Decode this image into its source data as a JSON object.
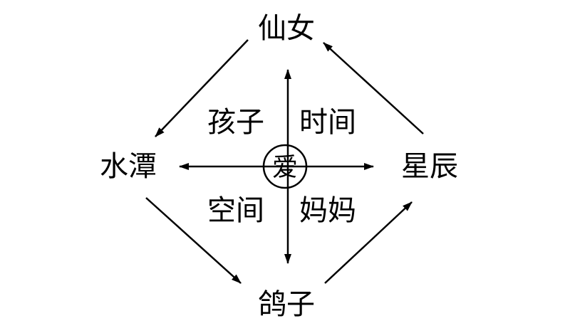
{
  "nodes": {
    "top": "仙女",
    "left": "水潭",
    "right": "星辰",
    "bottom": "鸽子"
  },
  "quadrants": {
    "upper_left": "孩子",
    "upper_right": "时间",
    "lower_left": "空间",
    "lower_right": "妈妈"
  },
  "center": "爱",
  "colors": {
    "stroke": "#000000",
    "background": "#ffffff"
  }
}
